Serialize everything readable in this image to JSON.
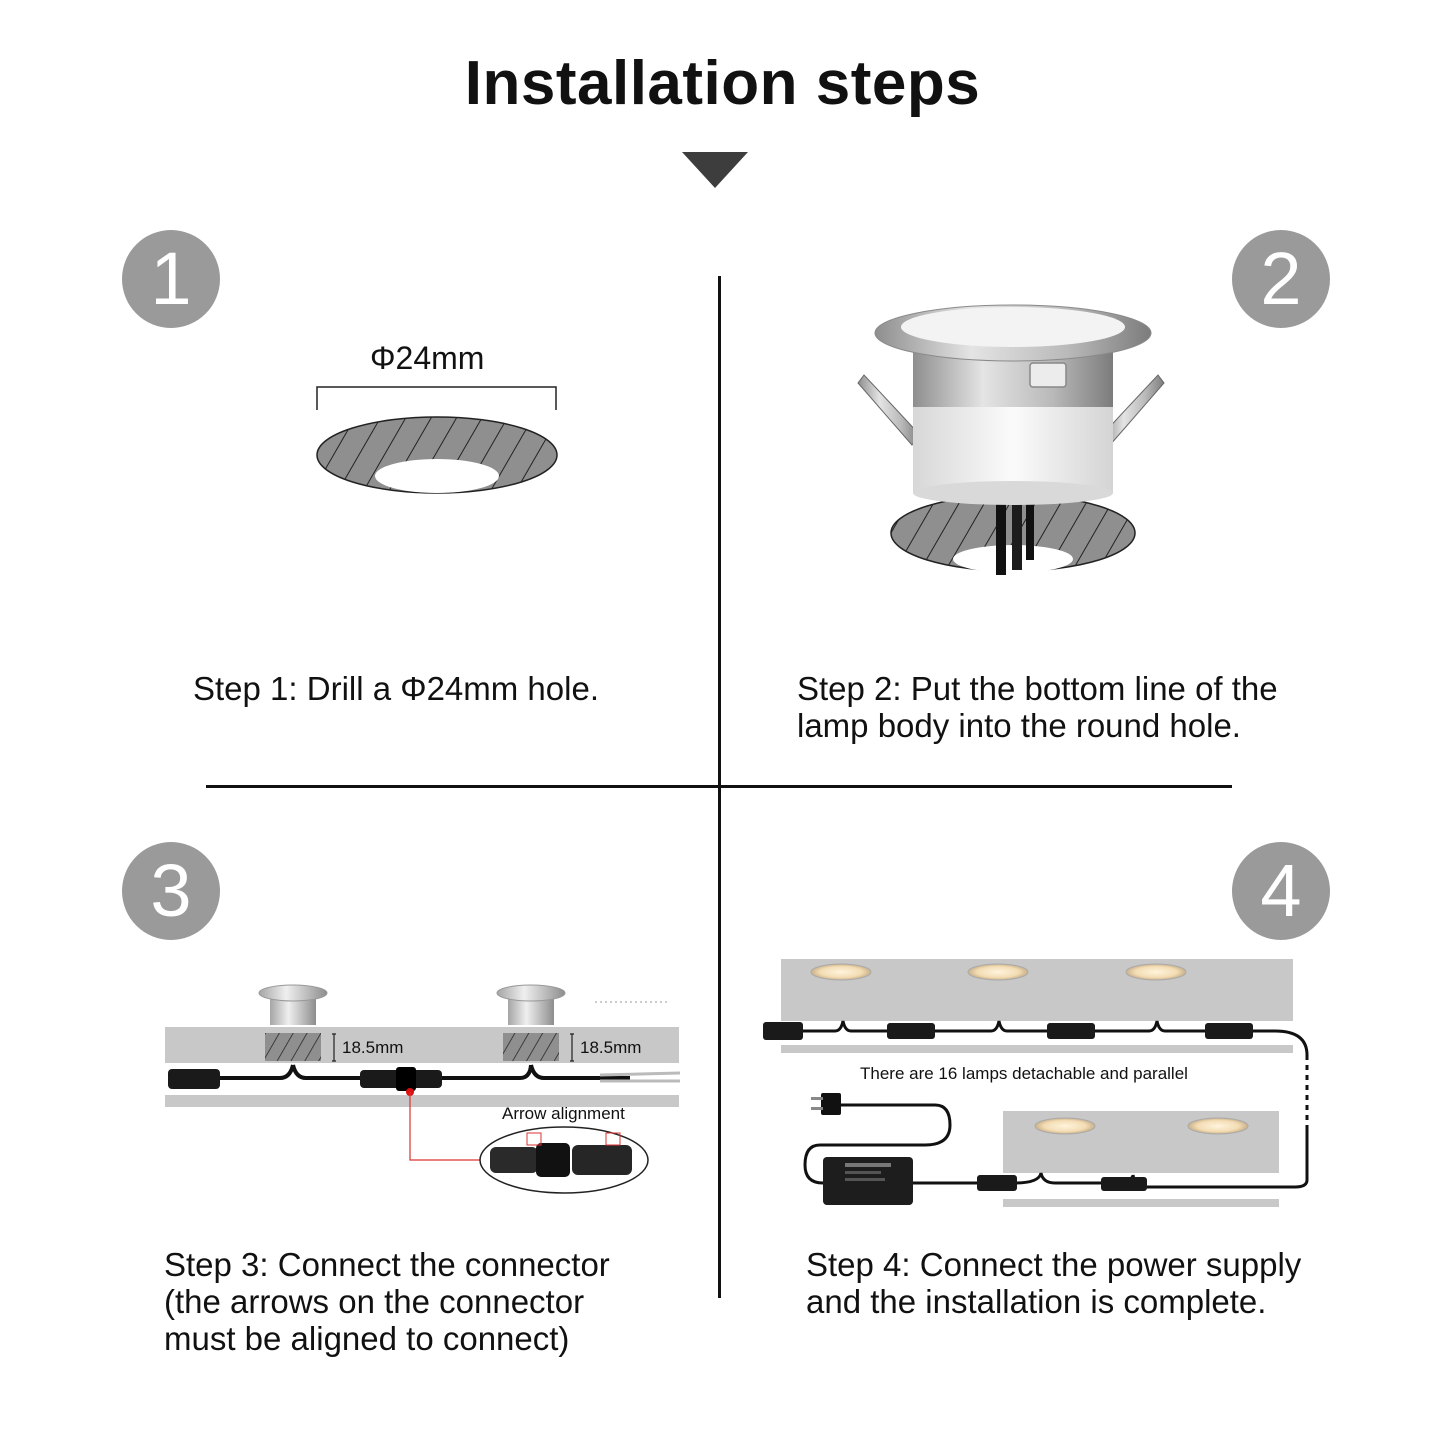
{
  "header": {
    "title": "Installation steps"
  },
  "steps": [
    {
      "number": "1",
      "lines": [
        "Step 1: Drill a Φ24mm hole."
      ],
      "dimension_label": "Φ24mm"
    },
    {
      "number": "2",
      "lines": [
        "Step 2: Put the bottom line of the",
        "lamp body into the round hole."
      ]
    },
    {
      "number": "3",
      "lines": [
        "Step 3: Connect the connector",
        "(the arrows on the connector",
        "must be aligned to connect)"
      ],
      "depth_label_left": "18.5mm",
      "depth_label_right": "18.5mm",
      "callout_label": "Arrow alignment"
    },
    {
      "number": "4",
      "lines": [
        "Step 4: Connect the power supply",
        "and the installation is complete."
      ],
      "note": "There are 16 lamps detachable and parallel"
    }
  ],
  "colors": {
    "badge": "#9a9a9a",
    "divider": "#111111",
    "panel": "#c8c8c8",
    "hole": "#8f8f8f",
    "warm_light": "#f3dcb4"
  }
}
